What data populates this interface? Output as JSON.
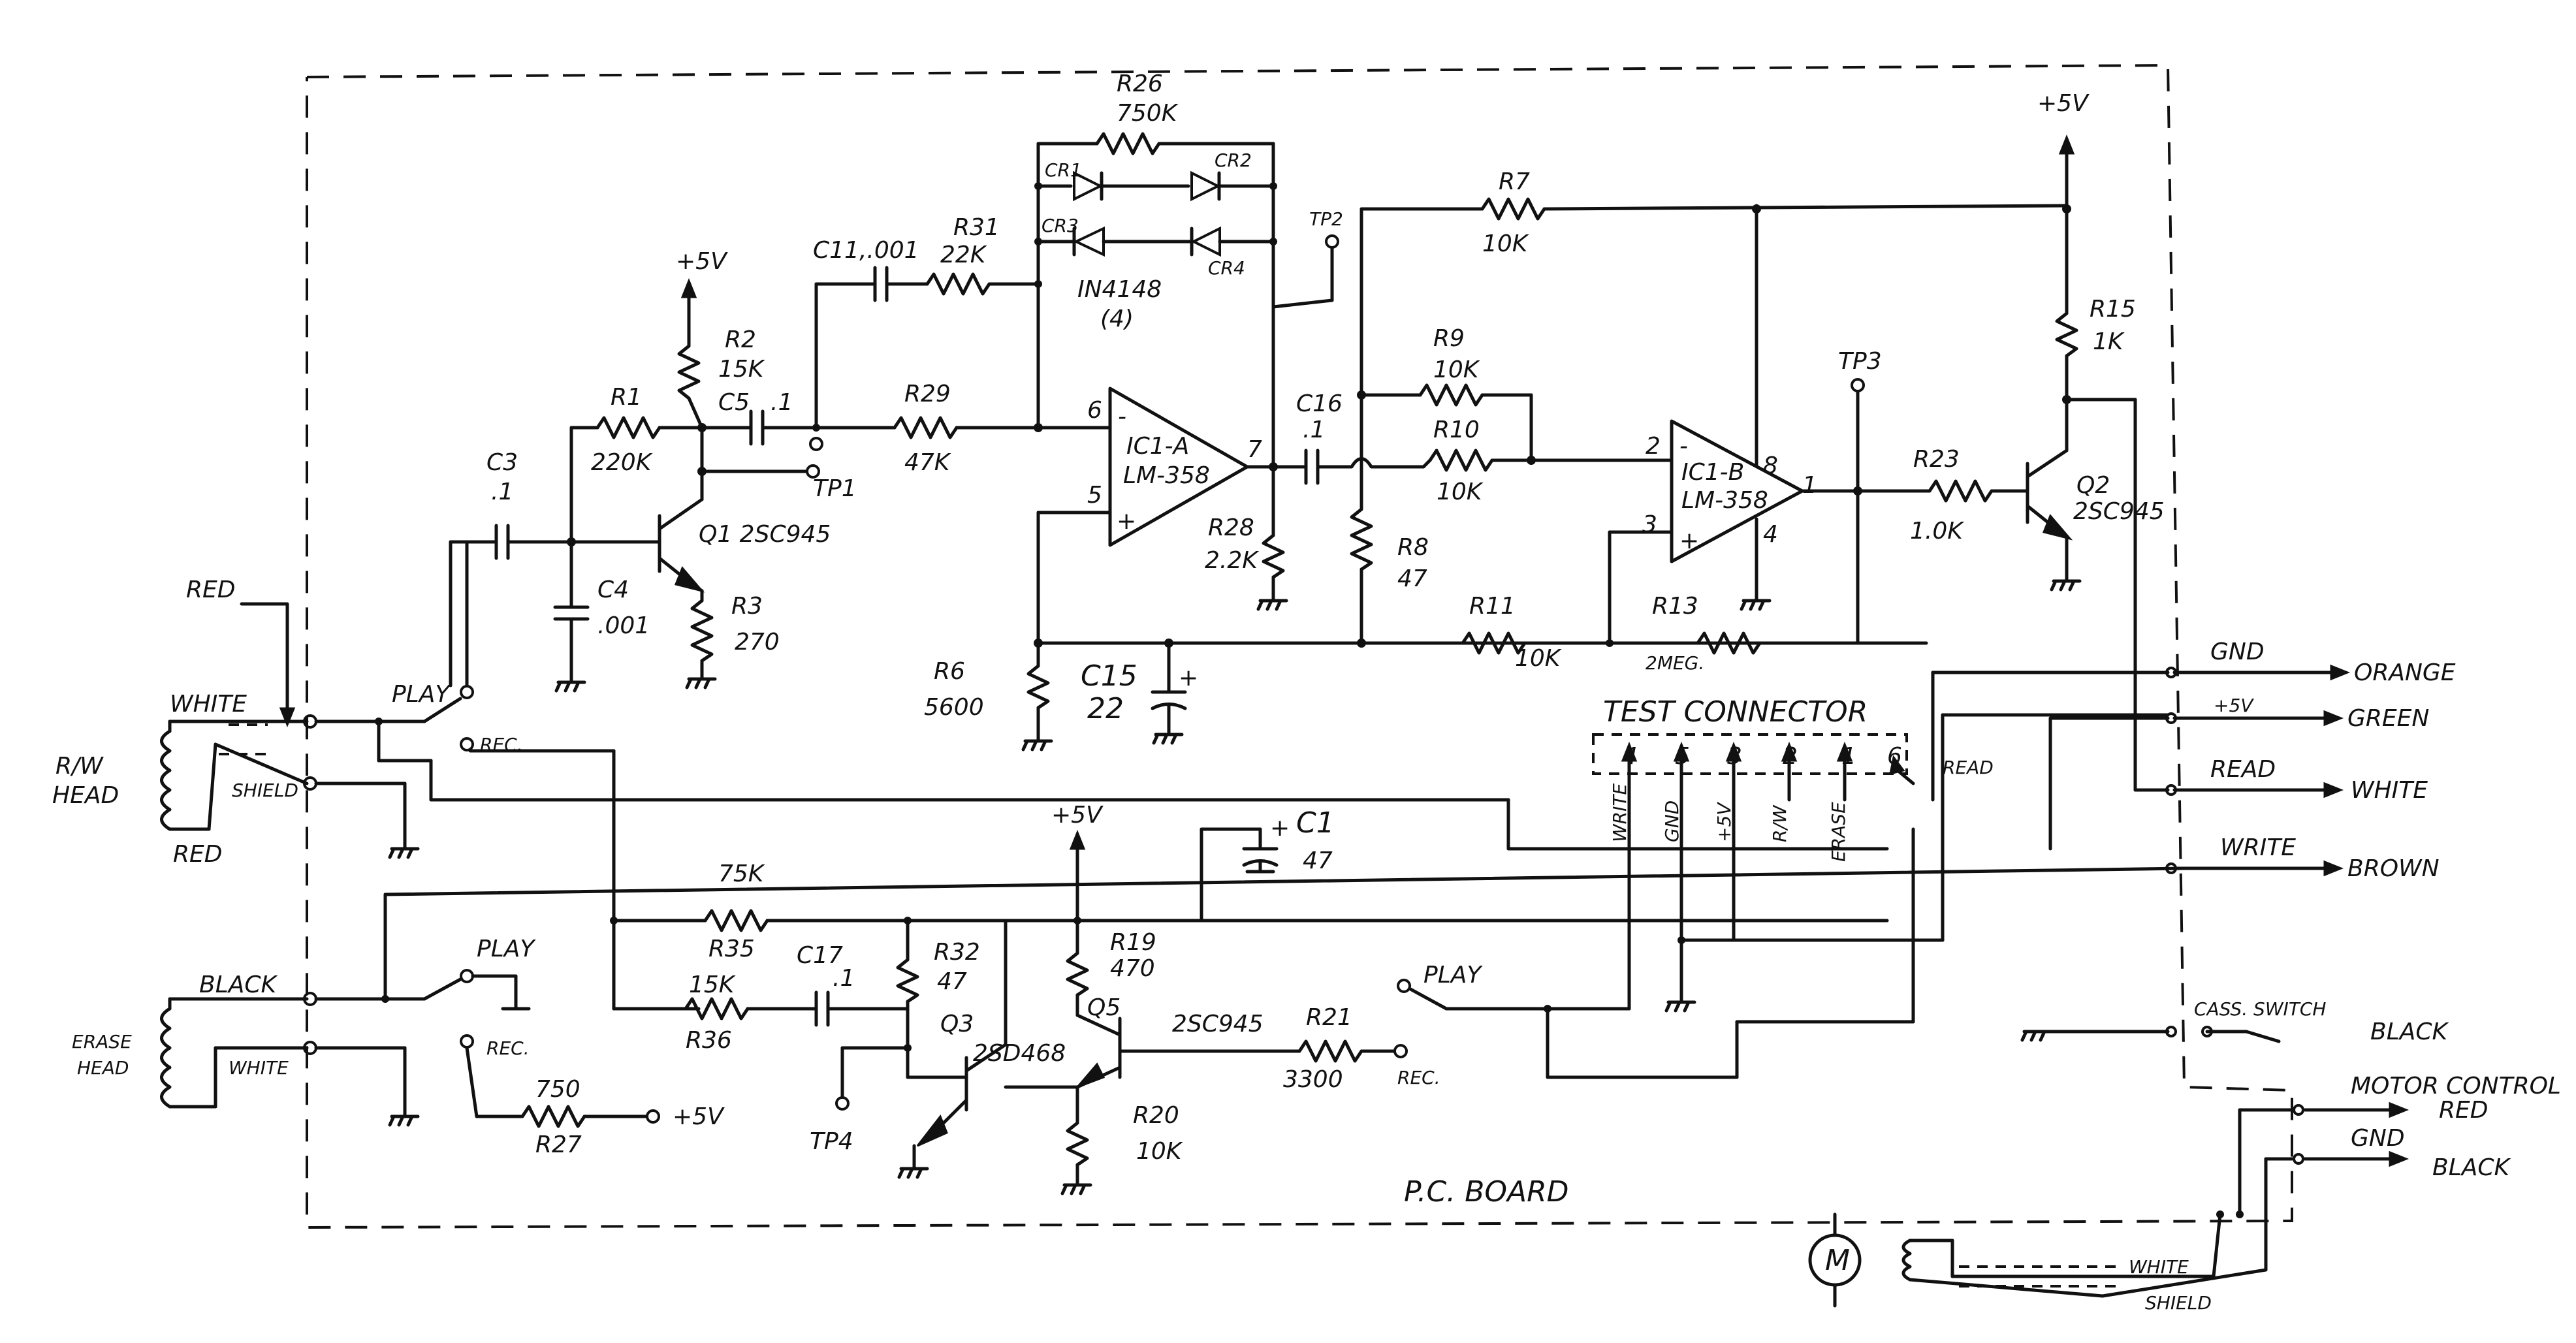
{
  "board": {
    "label": "P.C. BOARD"
  },
  "test_connector": {
    "title": "TEST CONNECTOR",
    "pins": [
      "4",
      "5",
      "3",
      "2",
      "1",
      "6"
    ],
    "pin_labels": [
      "WRITE",
      "GND",
      "+5V",
      "R/W",
      "ERASE",
      "READ"
    ]
  },
  "power": {
    "vcc": "+5V"
  },
  "ics": {
    "ic1a": {
      "name": "IC1-A",
      "part": "LM-358",
      "pin_minus": "6",
      "pin_plus": "5",
      "pin_out": "7"
    },
    "ic1b": {
      "name": "IC1-B",
      "part": "LM-358",
      "pin_minus": "2",
      "pin_plus": "3",
      "pin_vcc": "8",
      "pin_gnd": "4",
      "pin_out": "1"
    }
  },
  "transistors": {
    "q1": "Q1 2SC945",
    "q2": {
      "name": "Q2",
      "part": "2SC945"
    },
    "q3": {
      "name": "Q3",
      "part": "2SD468"
    },
    "q5": {
      "name": "Q5",
      "part": "2SC945"
    }
  },
  "diodes": {
    "cr1": "CR1",
    "cr2": "CR2",
    "cr3": "CR3",
    "cr4": "CR4",
    "type": "IN4148",
    "count": "(4)"
  },
  "resistors": {
    "r1": {
      "name": "R1",
      "value": "220K"
    },
    "r2": {
      "name": "R2",
      "value": "15K"
    },
    "r3": {
      "name": "R3",
      "value": "270"
    },
    "r6": {
      "name": "R6",
      "value": "5600"
    },
    "r7": {
      "name": "R7",
      "value": "10K"
    },
    "r8": {
      "name": "R8",
      "value": "47"
    },
    "r9": {
      "name": "R9",
      "value": "10K"
    },
    "r10": {
      "name": "R10",
      "value": "10K"
    },
    "r11": {
      "name": "R11",
      "value": "10K"
    },
    "r13": {
      "name": "R13",
      "value": "2MEG."
    },
    "r15": {
      "name": "R15",
      "value": "1K"
    },
    "r19": {
      "name": "R19",
      "value": "470"
    },
    "r20": {
      "name": "R20",
      "value": "10K"
    },
    "r21": {
      "name": "R21",
      "value": "3300"
    },
    "r23": {
      "name": "R23",
      "value": "1.0K"
    },
    "r26": {
      "name": "R26",
      "value": "750K"
    },
    "r27": {
      "name": "R27",
      "value": "750"
    },
    "r28": {
      "name": "R28",
      "value": "2.2K"
    },
    "r29": {
      "name": "R29",
      "value": "47K"
    },
    "r31": {
      "name": "R31",
      "value": "22K"
    },
    "r32": {
      "name": "R32",
      "value": "47"
    },
    "r35": {
      "name": "R35",
      "value": "75K"
    },
    "r36": {
      "name": "R36",
      "value": "15K"
    }
  },
  "capacitors": {
    "c1": {
      "name": "C1",
      "value": "47"
    },
    "c3": {
      "name": "C3",
      "value": ".1"
    },
    "c4": {
      "name": "C4",
      "value": ".001"
    },
    "c5": {
      "name": "C5",
      "value": ".1"
    },
    "c11": {
      "name": "C11",
      "value": ".001"
    },
    "c15": {
      "name": "C15",
      "value": "22"
    },
    "c16": {
      "name": "C16",
      "value": ".1"
    },
    "c17": {
      "name": "C17",
      "value": ".1"
    }
  },
  "test_points": {
    "tp1": "TP1",
    "tp2": "TP2",
    "tp3": "TP3",
    "tp4": "TP4"
  },
  "switches": {
    "play": "PLAY",
    "rec": "REC."
  },
  "heads": {
    "rw": {
      "name_line1": "R/W",
      "name_line2": "HEAD",
      "wire_top": "WHITE",
      "wire_bottom": "RED",
      "wire_in": "RED",
      "shield": "SHIELD"
    },
    "erase": {
      "name_line1": "ERASE",
      "name_line2": "HEAD",
      "wire_top": "BLACK",
      "wire_bottom": "WHITE"
    }
  },
  "outputs": [
    {
      "signal": "GND",
      "wire": "ORANGE"
    },
    {
      "signal": "+5V",
      "wire": "GREEN"
    },
    {
      "signal": "READ",
      "wire": "WHITE"
    },
    {
      "signal": "WRITE",
      "wire": "BROWN"
    },
    {
      "signal": "CASS. SWITCH",
      "wire": "BLACK"
    },
    {
      "signal": "MOTOR CONTROL",
      "wire": "RED"
    },
    {
      "signal": "GND",
      "wire": "BLACK"
    }
  ],
  "motor": {
    "symbol": "M",
    "wire": "WHITE",
    "shield": "SHIELD"
  }
}
